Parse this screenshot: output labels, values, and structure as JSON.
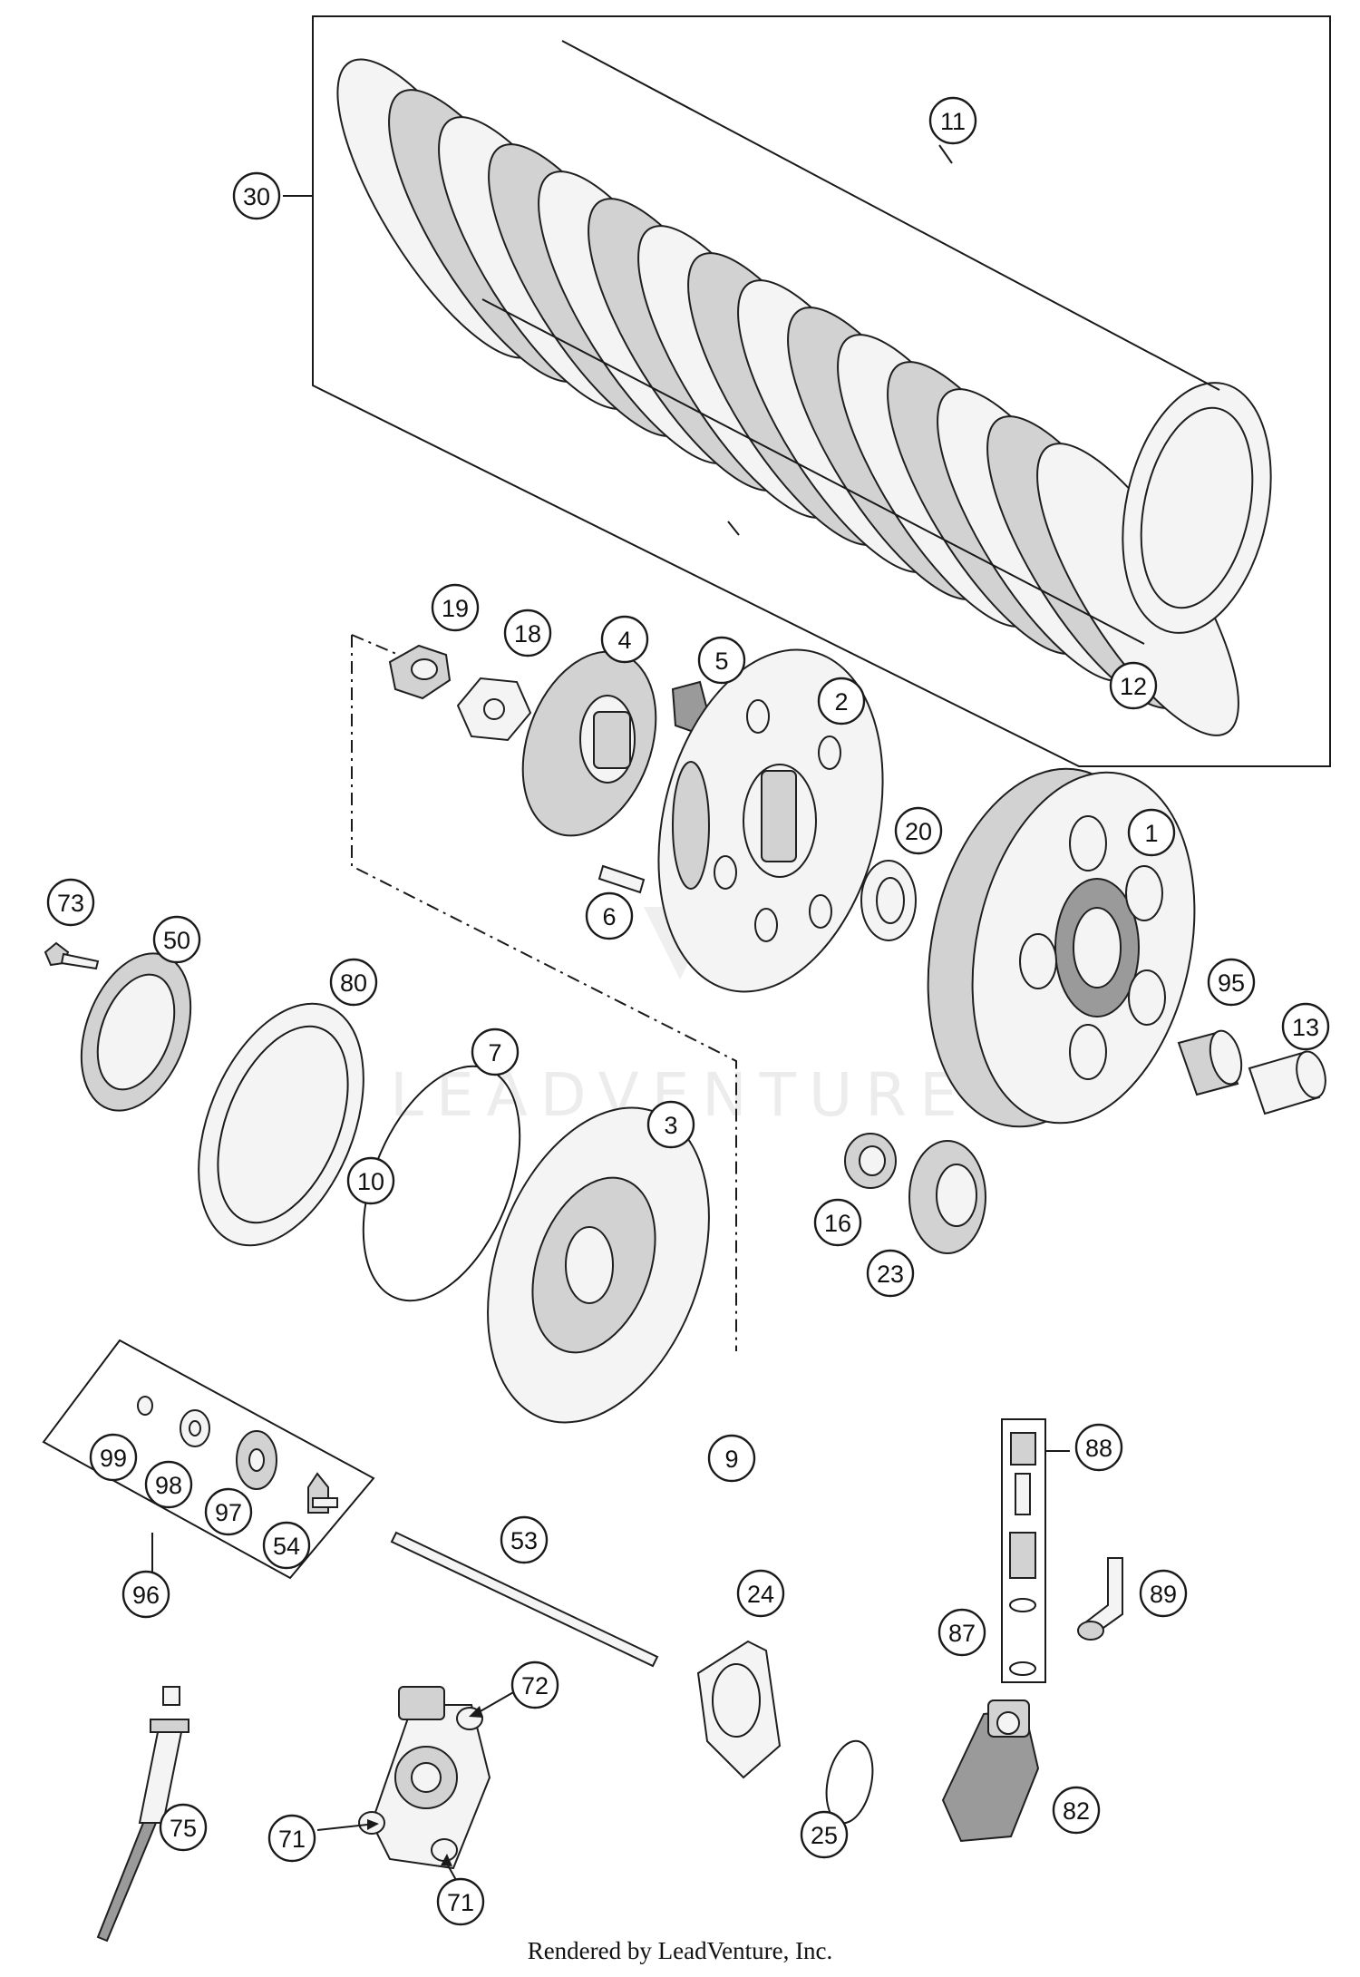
{
  "footer": "Rendered by LeadVenture, Inc.",
  "watermark": "LEADVENTURE",
  "callouts": [
    "1",
    "2",
    "3",
    "4",
    "5",
    "6",
    "7",
    "9",
    "10",
    "11",
    "12",
    "13",
    "16",
    "18",
    "19",
    "20",
    "23",
    "24",
    "25",
    "30",
    "50",
    "53",
    "54",
    "71",
    "71",
    "72",
    "73",
    "75",
    "80",
    "82",
    "87",
    "88",
    "89",
    "95",
    "96",
    "97",
    "98",
    "99"
  ]
}
